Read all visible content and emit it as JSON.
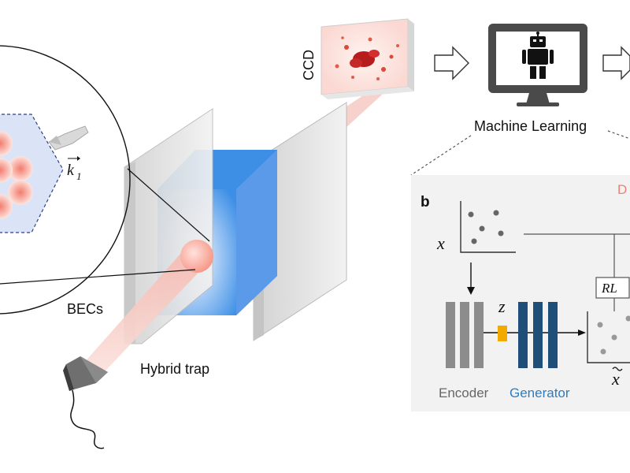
{
  "labels": {
    "ccd": "CCD",
    "machine_learning": "Machine Learning",
    "k_vec": "k",
    "k_sub": "1",
    "becs": "BECs",
    "hybrid_trap": "Hybrid trap",
    "panel_b": "b",
    "panel_b_right_cut": "D",
    "x": "x",
    "z": "z",
    "rl": "RL",
    "encoder": "Encoder",
    "generator": "Generator",
    "x_tilde": "x"
  },
  "colors": {
    "beam": "#f6c9c3",
    "cube_blue": "#3d8fe6",
    "bec_ball": "#f59a8a",
    "panel_bg": "#f2f2f2",
    "encoder_bar": "#8c8c8c",
    "generator_bar": "#1f4e79",
    "latent_box": "#f2a900",
    "generator_text": "#2f7bbf",
    "encoder_text": "#666666",
    "cut_red": "#f08070"
  },
  "icons": [
    "robot-icon",
    "monitor-icon",
    "arrow-right-icon",
    "camera-icon"
  ]
}
